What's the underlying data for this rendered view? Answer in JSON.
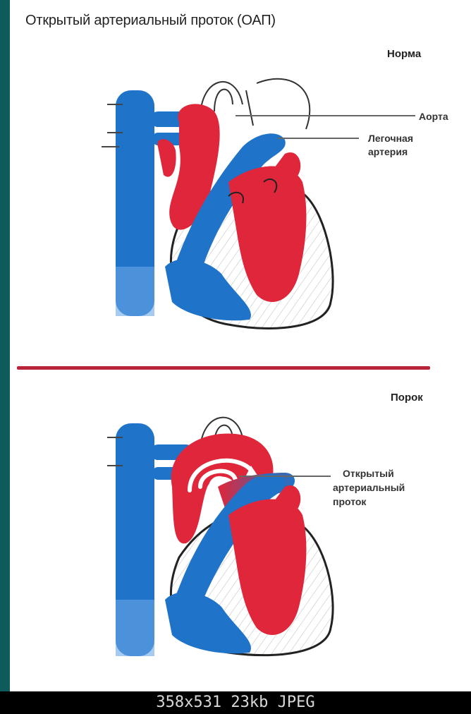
{
  "title": "Открытый артериальный проток (ОАП)",
  "normal": {
    "label": "Норма",
    "aorta": "Аорта",
    "pulmonary_1": "Легочная",
    "pulmonary_2": "артерия"
  },
  "defect": {
    "label": "Порок",
    "duct_1": "Открытый",
    "duct_2": "артериальный",
    "duct_3": "проток"
  },
  "footer": "358x531  23kb  JPEG",
  "colors": {
    "venous": "#1f73c9",
    "arterial": "#e0263a",
    "divider": "#b8243a",
    "background": "#0d5b5a"
  }
}
